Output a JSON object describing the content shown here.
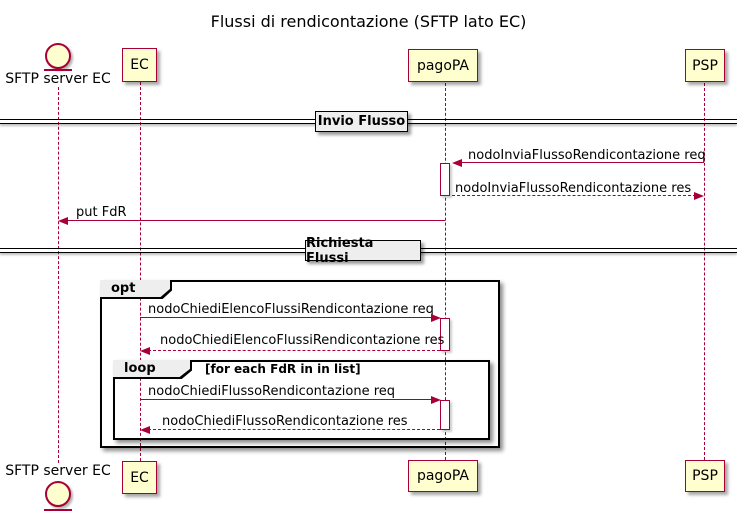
{
  "title": "Flussi di rendicontazione (SFTP lato EC)",
  "colors": {
    "accent": "#A80036",
    "participant_fill": "#FEFECE",
    "frame_label_fill": "#EEEEEE",
    "frame_border": "#000000"
  },
  "participants": {
    "sftp": {
      "label": "SFTP server EC",
      "type": "entity"
    },
    "ec": {
      "label": "EC",
      "type": "box"
    },
    "pagopa": {
      "label": "pagoPA",
      "type": "box"
    },
    "psp": {
      "label": "PSP",
      "type": "box"
    }
  },
  "dividers": {
    "invio": {
      "label": "Invio Flusso"
    },
    "richiesta": {
      "label": "Richiesta Flussi"
    }
  },
  "frames": {
    "opt": {
      "label": "opt"
    },
    "loop": {
      "label": "loop",
      "condition": "[for each FdR in in list]"
    }
  },
  "messages": {
    "invia_req": {
      "text": "nodoInviaFlussoRendicontazione req",
      "from": "PSP",
      "to": "pagoPA",
      "style": "solid"
    },
    "invia_res": {
      "text": "nodoInviaFlussoRendicontazione res",
      "from": "pagoPA",
      "to": "PSP",
      "style": "dashed"
    },
    "put_fdr": {
      "text": "put FdR",
      "from": "pagoPA",
      "to": "SFTP server EC",
      "style": "solid"
    },
    "elenco_req": {
      "text": "nodoChiediElencoFlussiRendicontazione req",
      "from": "EC",
      "to": "pagoPA",
      "style": "solid"
    },
    "elenco_res": {
      "text": "nodoChiediElencoFlussiRendicontazione res",
      "from": "pagoPA",
      "to": "EC",
      "style": "dashed"
    },
    "flusso_req": {
      "text": "nodoChiediFlussoRendicontazione req",
      "from": "EC",
      "to": "pagoPA",
      "style": "solid"
    },
    "flusso_res": {
      "text": "nodoChiediFlussoRendicontazione res",
      "from": "pagoPA",
      "to": "EC",
      "style": "dashed"
    }
  }
}
